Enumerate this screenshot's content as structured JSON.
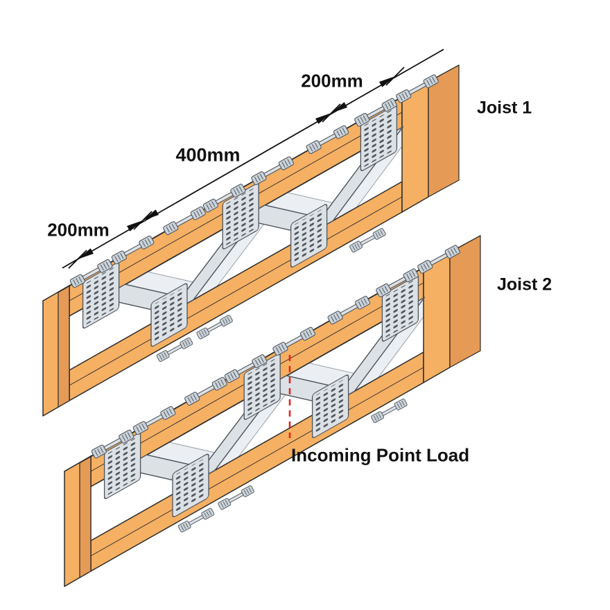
{
  "diagram": {
    "description": "Isometric illustration of two metal-web timber joists with point load position",
    "joists": [
      {
        "label": "Joist 1"
      },
      {
        "label": "Joist 2"
      }
    ],
    "dimensions": {
      "left": "200mm",
      "middle": "400mm",
      "top": "200mm"
    },
    "annotations": {
      "incoming_point_load": "Incoming Point Load"
    },
    "colors": {
      "background": "#FFFFFF",
      "timber_front": "#F5B063",
      "timber_top": "#F9CD90",
      "timber_dark": "#E59A55",
      "timber_inner": "#F8C88C",
      "metal": "#DCE1E6",
      "metal_back": "#EBEEF2",
      "metal_stroke": "#4E545B",
      "metal_plate": "#CBD3DA",
      "outline": "#2B2B2B",
      "load_line": "#E8231A",
      "text": "#111111"
    }
  }
}
